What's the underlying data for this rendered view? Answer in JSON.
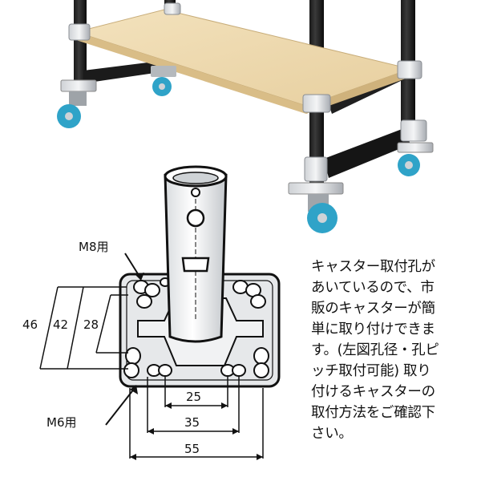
{
  "labels": {
    "m8": "M8用",
    "m6": "M6用",
    "h46": "46",
    "h42": "42",
    "h28": "28",
    "w25": "25",
    "w35": "35",
    "w55": "55"
  },
  "description": "キャスター取付孔が\nあいているので、市\n販のキャスターが簡\n単に取り付けできま\nす。(左図孔径・孔ピ\nッチ取付可能) 取り\n付けるキャスターの\n取付方法をご確認下\nさい。"
}
